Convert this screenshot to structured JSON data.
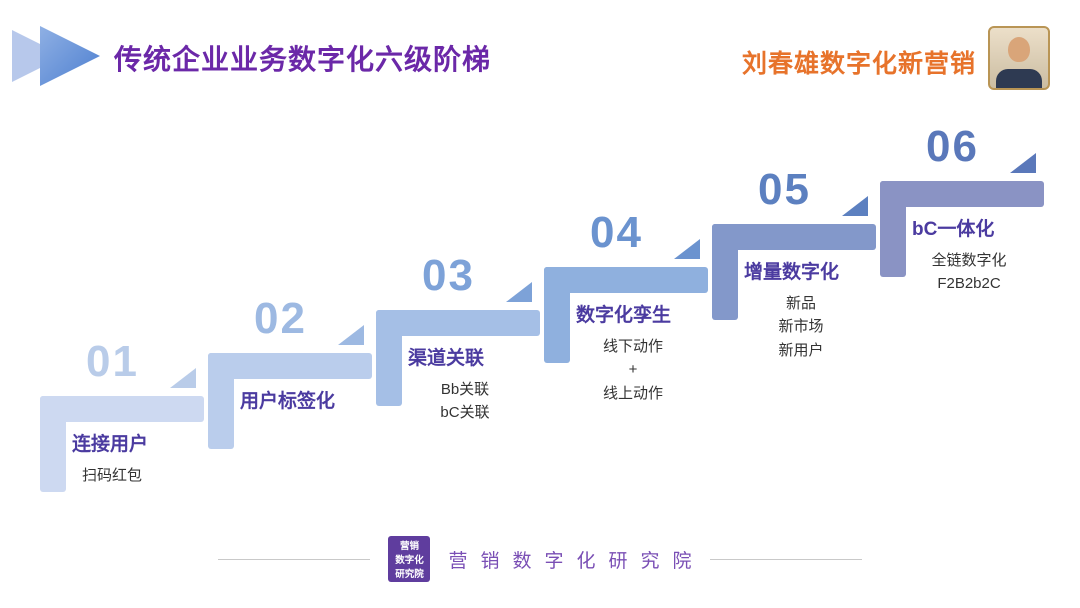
{
  "header": {
    "title": "传统企业业务数字化六级阶梯",
    "brand": "刘春雄数字化新营销"
  },
  "steps": [
    {
      "num": "01",
      "title": "连接用户",
      "desc": [
        "扫码红包"
      ]
    },
    {
      "num": "02",
      "title": "用户标签化",
      "desc": []
    },
    {
      "num": "03",
      "title": "渠道关联",
      "desc": [
        "Bb关联",
        "bC关联"
      ]
    },
    {
      "num": "04",
      "title": "数字化孪生",
      "desc": [
        "线下动作",
        "+",
        "线上动作"
      ]
    },
    {
      "num": "05",
      "title": "增量数字化",
      "desc": [
        "新品",
        "新市场",
        "新用户"
      ]
    },
    {
      "num": "06",
      "title": "bC一体化",
      "desc": [
        "全链数字化",
        "F2B2b2C"
      ]
    }
  ],
  "footer": {
    "logo_lines": [
      "营销",
      "数字化",
      "研究院"
    ],
    "label": "营销数字化研究院"
  },
  "colors": {
    "title_purple": "#6b28a8",
    "brand_orange": "#e7732b",
    "step_title_purple": "#4b3ba0",
    "step_bars": [
      "#cdd9f1",
      "#bacdec",
      "#a5bfe6",
      "#8fb0de",
      "#8398ca",
      "#8a93c4"
    ],
    "step_numbers": [
      "#b9cce9",
      "#9db9e2",
      "#7da2d8",
      "#6b93cf",
      "#5c80c0",
      "#5a78ba"
    ],
    "footer_purple": "#7a4fb5"
  }
}
